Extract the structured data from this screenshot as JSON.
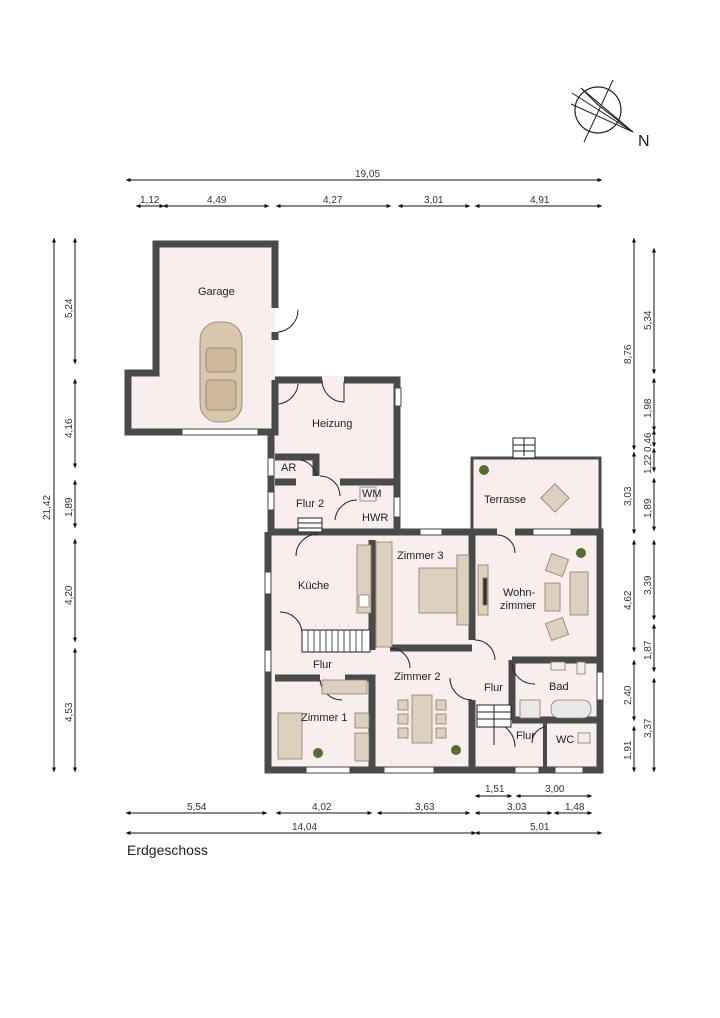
{
  "plan": {
    "title": "Erdgeschoss",
    "compass_label": "N",
    "colors": {
      "wall": "#4a4a4a",
      "floor": "#f8eeee",
      "furniture": "#ddd0bf",
      "dim_line": "#111111"
    }
  },
  "rooms": {
    "garage": "Garage",
    "heizung": "Heizung",
    "ar": "AR",
    "flur2": "Flur 2",
    "hwr": "HWR",
    "wm": "WM",
    "terrasse": "Terrasse",
    "kueche": "Küche",
    "zimmer3": "Zimmer 3",
    "wohn1": "Wohn-",
    "wohn2": "zimmer",
    "flur_main": "Flur",
    "zimmer2": "Zimmer 2",
    "zimmer1": "Zimmer 1",
    "flur_east": "Flur",
    "bad": "Bad",
    "flur_wc": "Flur",
    "wc": "WC"
  },
  "dims": {
    "top_total": "19,05",
    "top": [
      "1,12",
      "4,49",
      "4,27",
      "3,01",
      "4,91"
    ],
    "left_total": "21,42",
    "left": [
      "5,24",
      "4,16",
      "1,89",
      "4,20",
      "4,53"
    ],
    "right_outer": [
      "8,76",
      "3,03",
      "4,62",
      "2,40",
      "1,91"
    ],
    "right_inner": [
      "5,34",
      "1,98",
      "0,46",
      "1,22",
      "1,89",
      "3,39",
      "1,87",
      "3,37"
    ],
    "bottom_row1": [
      "1,51",
      "3,00"
    ],
    "bottom_row2": [
      "5,54",
      "4,02",
      "3,63",
      "3,03",
      "1,48"
    ],
    "bottom_row3": [
      "14,04",
      "5,01"
    ]
  }
}
